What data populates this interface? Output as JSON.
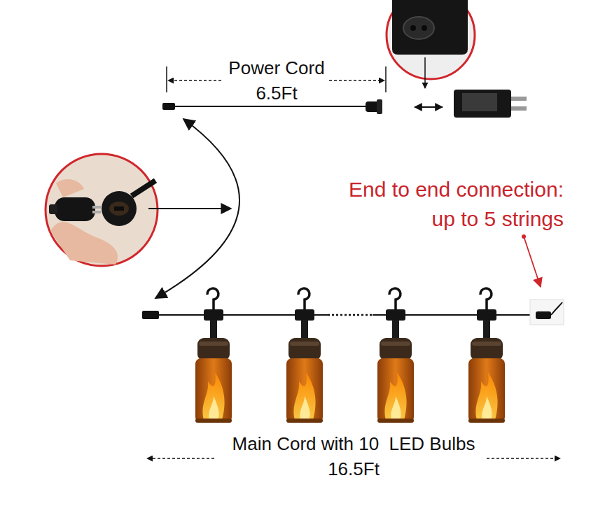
{
  "diagram": {
    "labels": [
      "Power Cord",
      "6.5Ft",
      "End to end connection: up to 5 strings",
      "Main Cord with 10  LED Bulbs",
      "16.5Ft"
    ]
  }
}
